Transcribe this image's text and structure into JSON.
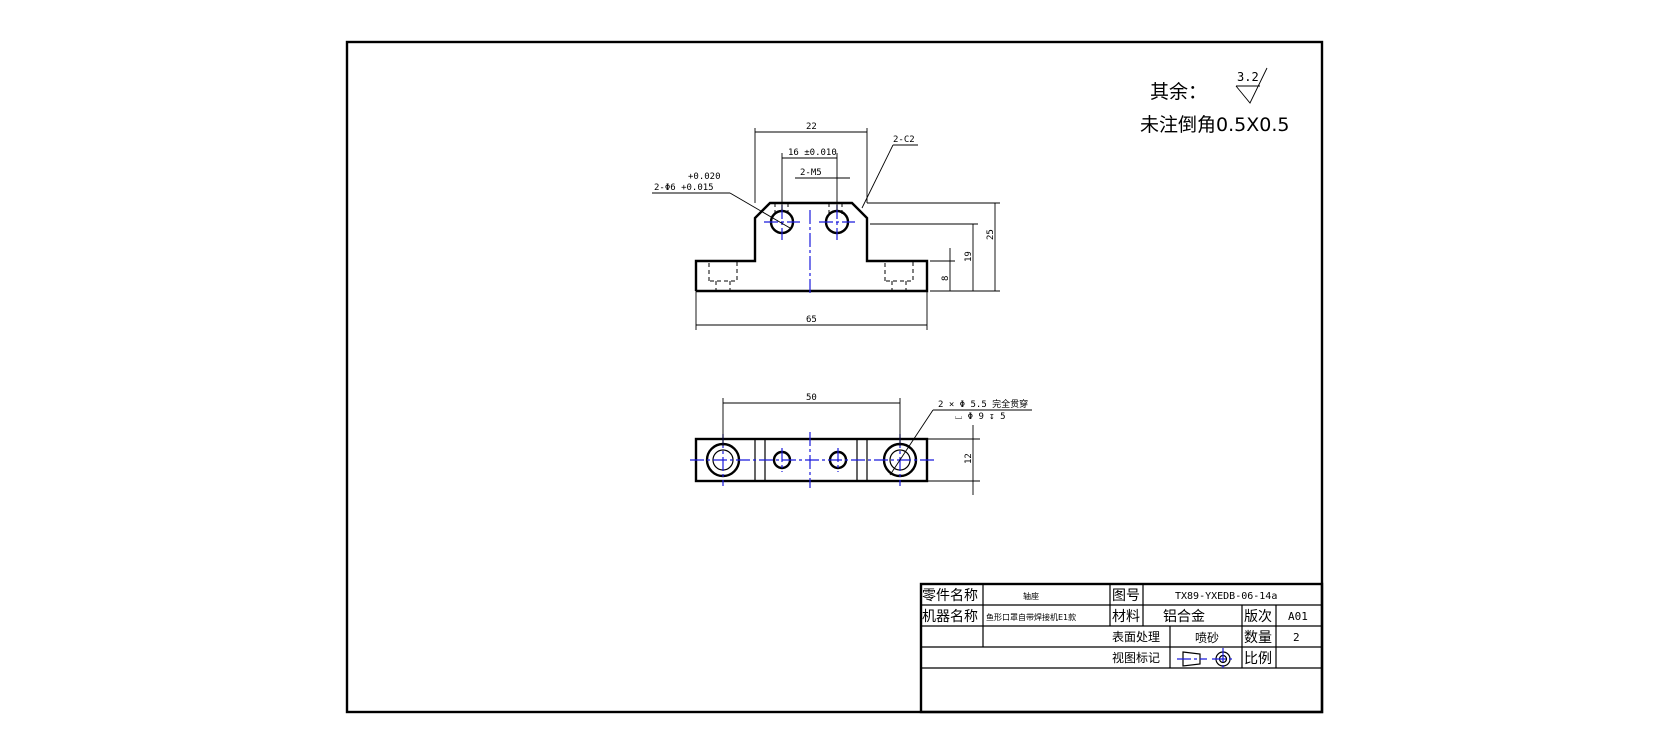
{
  "notes": {
    "other_roughness_label": "其余：",
    "roughness_value": "3.2",
    "chamfer_note": "未注倒角0.5X0.5"
  },
  "front_view": {
    "dims": {
      "width_top": "22",
      "hole_spacing": "16 ±0.010",
      "thread": "2-M5",
      "chamfer": "2-C2",
      "bore_tol_upper": "+0.020",
      "bore_label": "2-Φ6 +0.015",
      "height_total": "25",
      "height_hole": "19",
      "height_base": "8",
      "width_base": "65"
    }
  },
  "top_view": {
    "dims": {
      "hole_pitch": "50",
      "cbore_line1": "2 × Φ 5.5 完全贯穿",
      "cbore_line2": "⌴ Φ 9 ↧ 5",
      "depth": "12"
    }
  },
  "title_block": {
    "part_name_label": "零件名称",
    "part_name": "轴座",
    "drawing_no_label": "图号",
    "drawing_no": "TX89-YXEDB-06-14a",
    "machine_name_label": "机器名称",
    "machine_name": "鱼形口罩自带焊接机E1款",
    "material_label": "材料",
    "material": "铝合金",
    "revision_label": "版次",
    "revision": "A01",
    "surface_label": "表面处理",
    "surface": "喷砂",
    "quantity_label": "数量",
    "quantity": "2",
    "view_mark_label": "视图标记",
    "scale_label": "比例"
  }
}
